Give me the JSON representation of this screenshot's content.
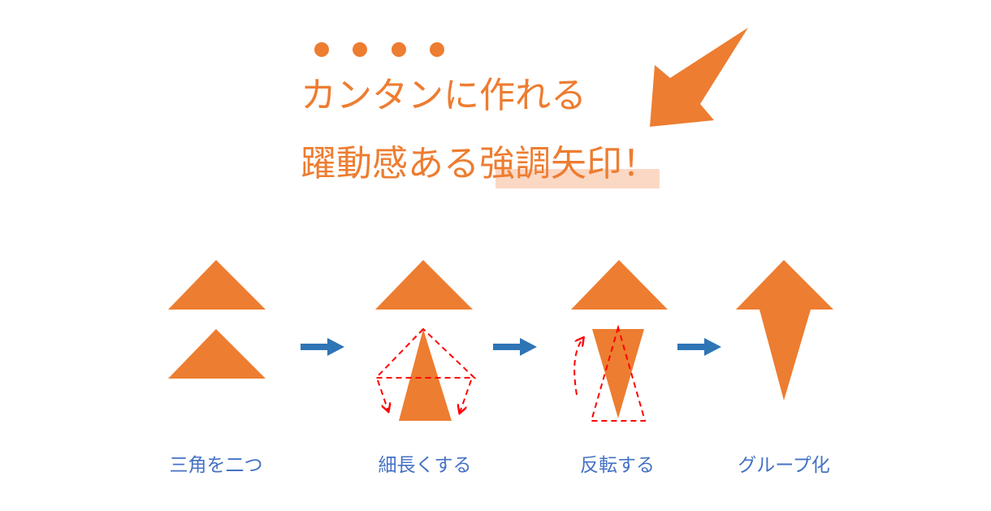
{
  "headline": {
    "line1": "カンタンに作れる",
    "line2": "躍動感ある強調矢印！"
  },
  "steps": [
    {
      "label": "三角を二つ"
    },
    {
      "label": "細長くする"
    },
    {
      "label": "反転する"
    },
    {
      "label": "グループ化"
    }
  ],
  "colors": {
    "accent": "#ed7d31",
    "highlight": "#fbd8c4",
    "flow_arrow": "#2e75b6",
    "label": "#4472c4",
    "guide": "#ff0000"
  }
}
